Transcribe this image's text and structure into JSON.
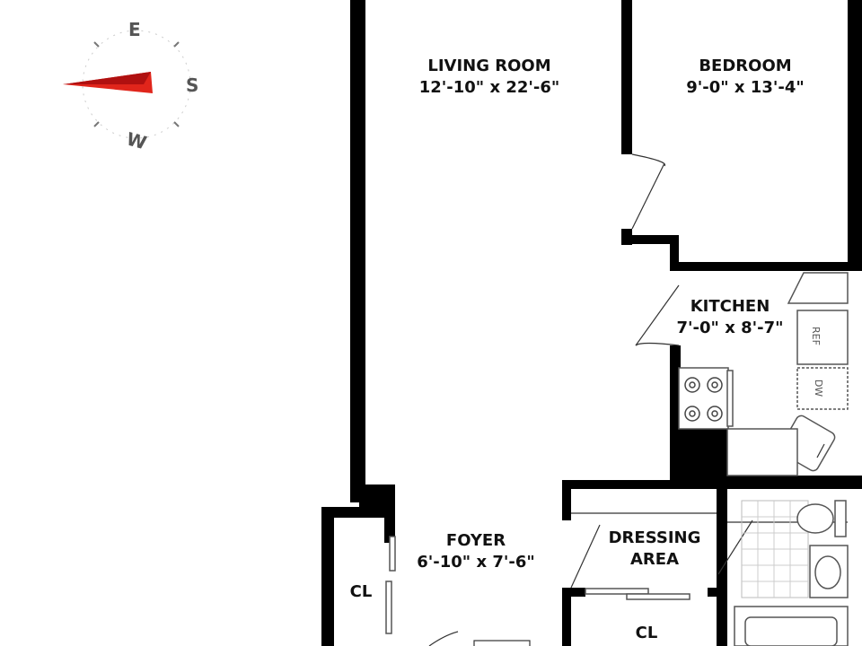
{
  "compass": {
    "east": "E",
    "south": "S",
    "west": "W",
    "needle_color": "#e0251b"
  },
  "rooms": {
    "living_room": {
      "name": "LIVING ROOM",
      "dims": "12'-10\" x 22'-6\""
    },
    "bedroom": {
      "name": "BEDROOM",
      "dims": "9'-0\" x 13'-4\""
    },
    "kitchen": {
      "name": "KITCHEN",
      "dims": "7'-0\" x 8'-7\""
    },
    "foyer": {
      "name": "FOYER",
      "dims": "6'-10\" x 7'-6\""
    },
    "dressing_area": {
      "name": "DRESSING",
      "name2": "AREA"
    },
    "closet_left": {
      "name": "CL"
    },
    "closet_bottom": {
      "name": "CL"
    }
  },
  "appliances": {
    "refrigerator": "REF",
    "dishwasher": "DW"
  }
}
